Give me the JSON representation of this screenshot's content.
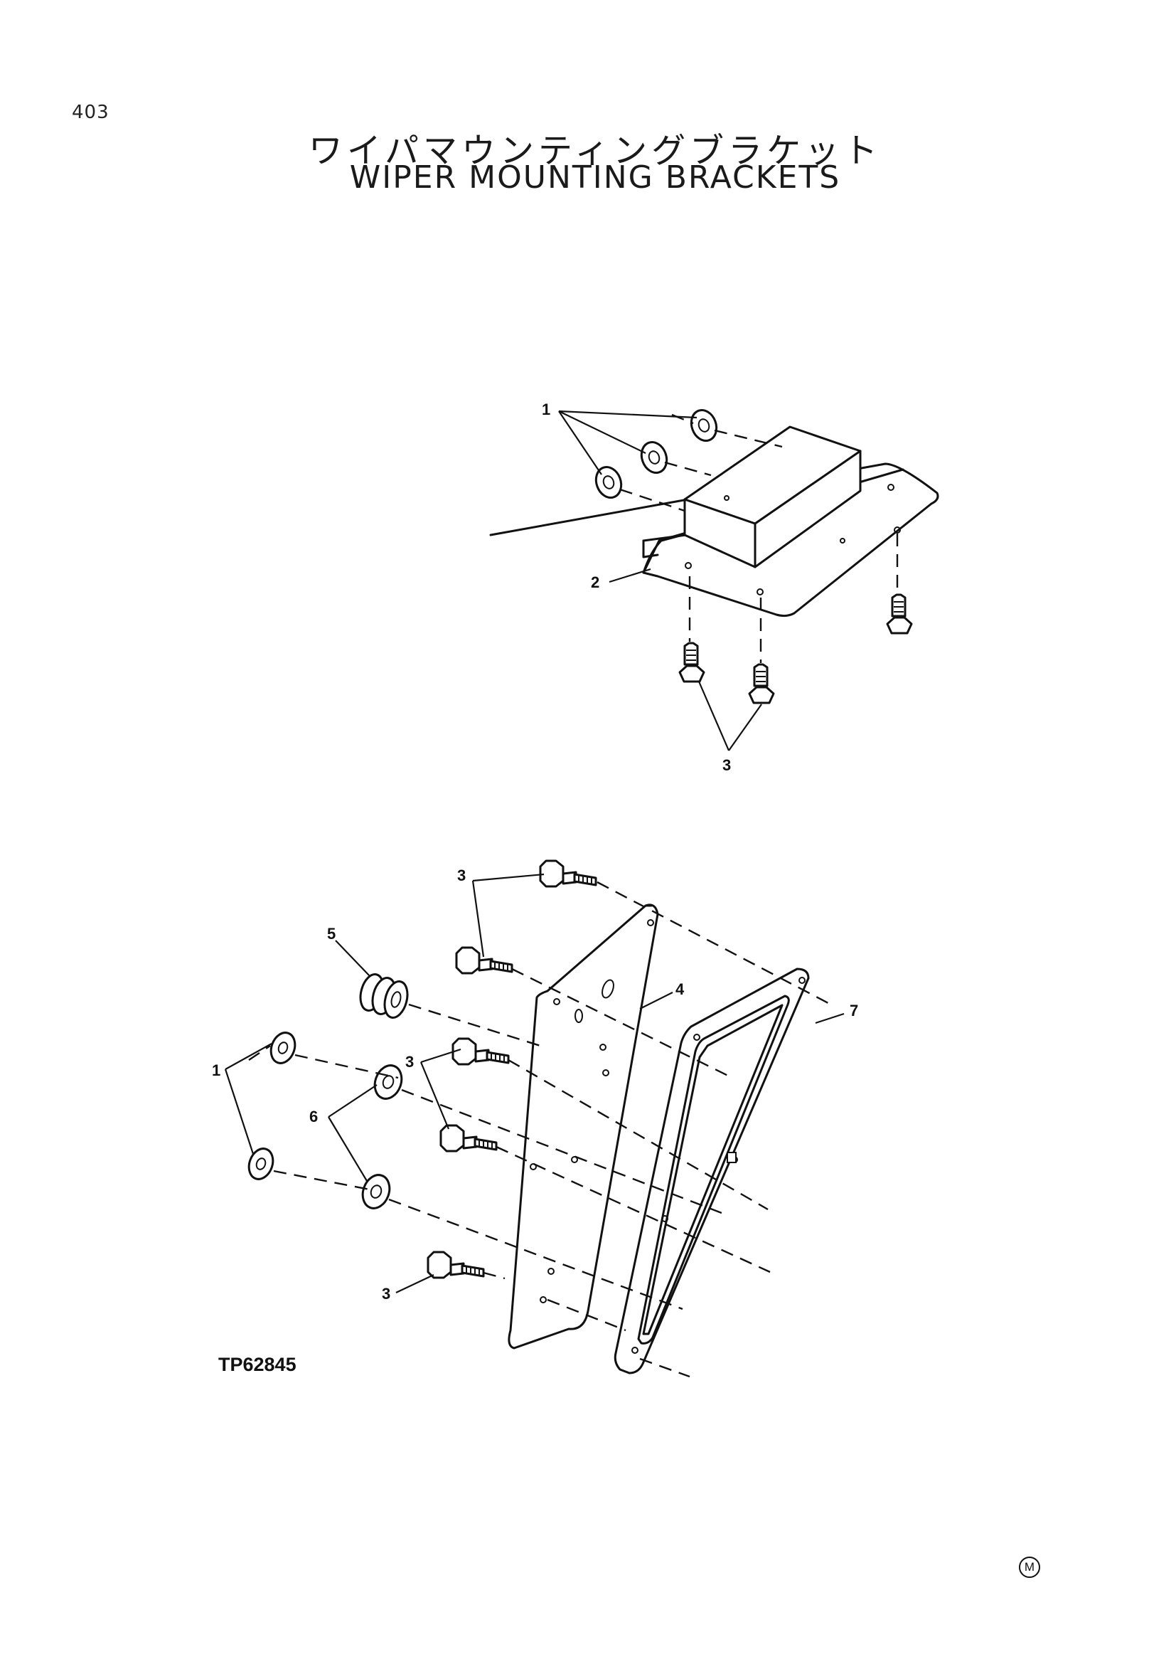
{
  "page_number": "403",
  "title_japanese": "ワイパマウンティングブラケット",
  "title_english": "WIPER MOUNTING BRACKETS",
  "drawing_id": "TP62845",
  "corner_mark": "M",
  "callouts": {
    "upper": {
      "c1": "1",
      "c2": "2",
      "c3": "3"
    },
    "lower": {
      "c3a": "3",
      "c5": "5",
      "c4": "4",
      "c7": "7",
      "c1": "1",
      "c3b": "3",
      "c6": "6",
      "c3c": "3"
    }
  }
}
